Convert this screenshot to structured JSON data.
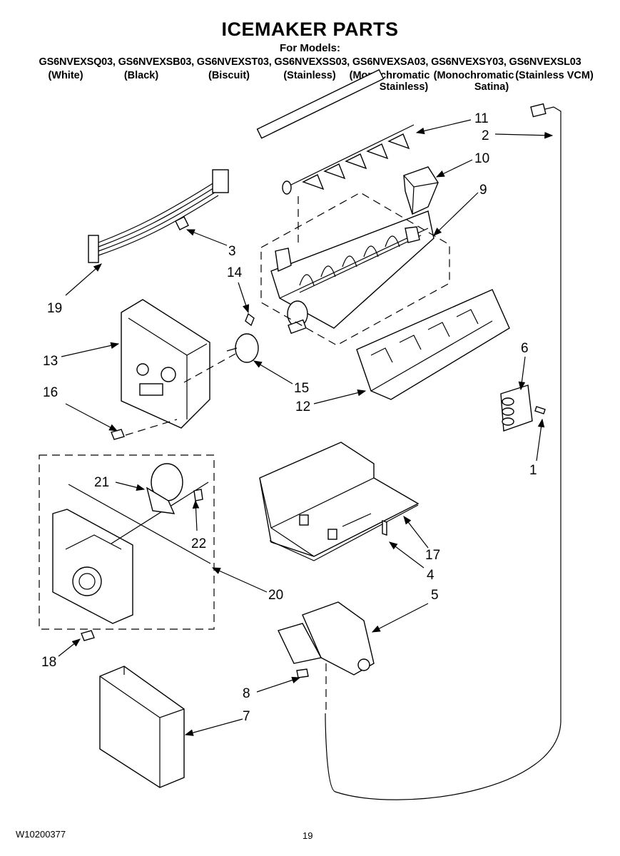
{
  "header": {
    "title": "ICEMAKER PARTS",
    "subtitle": "For Models:",
    "models_line": "GS6NVEXSQ03, GS6NVEXSB03, GS6NVEXST03, GS6NVEXSS03, GS6NVEXSA03, GS6NVEXSY03, GS6NVEXSL03",
    "variants": [
      {
        "line1": "(White)",
        "line2": ""
      },
      {
        "line1": "(Black)",
        "line2": ""
      },
      {
        "line1": "(Biscuit)",
        "line2": ""
      },
      {
        "line1": "(Stainless)",
        "line2": ""
      },
      {
        "line1": "(Monochromatic",
        "line2": "Stainless)"
      },
      {
        "line1": "(Monochromatic",
        "line2": "Satina)"
      },
      {
        "line1": "(Stainless VCM)",
        "line2": ""
      }
    ]
  },
  "callouts": [
    "1",
    "2",
    "3",
    "4",
    "5",
    "6",
    "7",
    "8",
    "9",
    "10",
    "11",
    "12",
    "13",
    "14",
    "15",
    "16",
    "17",
    "18",
    "19",
    "20",
    "21",
    "22"
  ],
  "footer": {
    "doc_number": "W10200377",
    "page_number": "19"
  }
}
